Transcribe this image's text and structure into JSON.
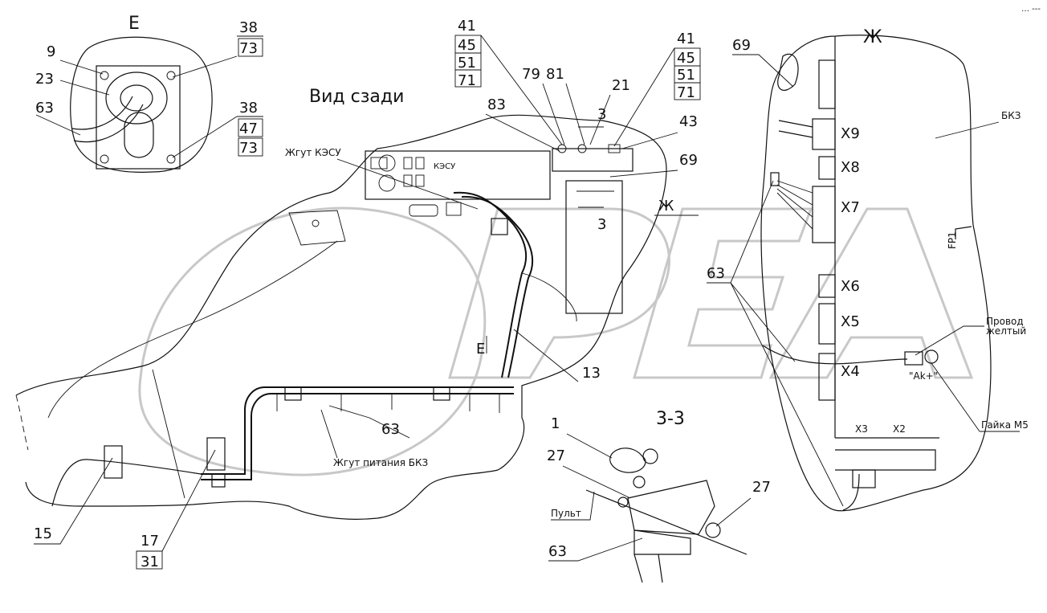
{
  "view": {
    "rear_view_title": "Вид сзади",
    "section_e": "E",
    "section_zh": "Ж",
    "section_33": "3-3",
    "section_mark": "3"
  },
  "harness_labels": {
    "kesu_harness": "Жгут КЭСУ",
    "bkz_power_harness": "Жгут питания БКЗ",
    "panel": "Пульт",
    "bkz": "БКЗ",
    "panel_kesu_text": "КЭСУ",
    "wire_yellow_line1": "Провод",
    "wire_yellow_line2": "желтый",
    "ak_plus": "\"Ak+\"",
    "nut_m5": "Гайка М5",
    "fp1": "FP1"
  },
  "connectors": [
    "X9",
    "X8",
    "X7",
    "X6",
    "X5",
    "X4",
    "X3",
    "X2"
  ],
  "callouts": {
    "e_9": "9",
    "e_23": "23",
    "e_63": "63",
    "e_38a": "38",
    "e_73a": "73",
    "e_38b": "38",
    "e_47": "47",
    "e_73b": "73",
    "t_41a": "41",
    "t_45a": "45",
    "t_51a": "51",
    "t_71a": "71",
    "t_79": "79",
    "t_81": "81",
    "t_83": "83",
    "t_21": "21",
    "t_41b": "41",
    "t_45b": "45",
    "t_51b": "51",
    "t_71b": "71",
    "t_43": "43",
    "t_69": "69",
    "m_63": "63",
    "m_13": "13",
    "m_15": "15",
    "m_17": "17",
    "m_31": "31",
    "z_69": "69",
    "z_63": "63",
    "s_1": "1",
    "s_27a": "27",
    "s_27b": "27",
    "s_63": "63"
  }
}
